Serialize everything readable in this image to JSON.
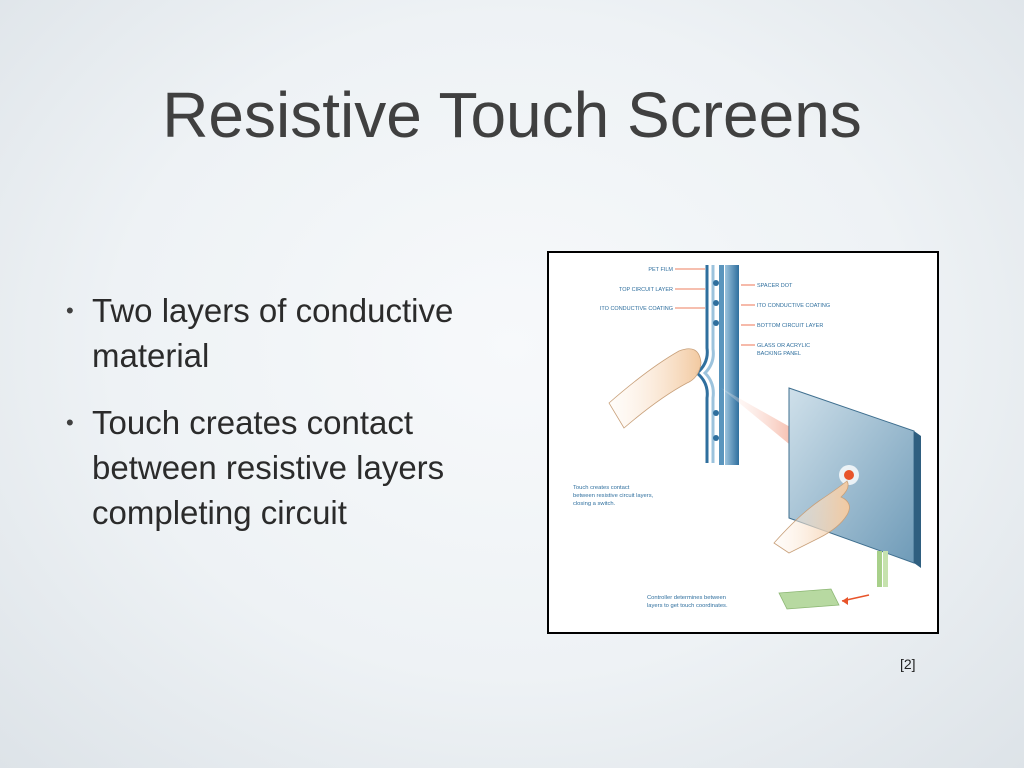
{
  "slide": {
    "title": "Resistive Touch Screens",
    "bullets": [
      "Two layers of conductive material",
      "Touch creates contact between resistive layers completing circuit"
    ],
    "citation": "[2]"
  },
  "figure": {
    "labels_left": [
      "PET FILM",
      "TOP CIRCUIT LAYER",
      "ITO CONDUCTIVE COATING"
    ],
    "labels_right": [
      "SPACER DOT",
      "ITO CONDUCTIVE COATING",
      "BOTTOM CIRCUIT LAYER",
      "GLASS OR ACRYLIC",
      "BACKING PANEL"
    ],
    "caption_touch": [
      "Touch creates contact",
      "between resistive circuit layers,",
      "closing a switch."
    ],
    "caption_controller": [
      "Controller determines between",
      "layers to get touch coordinates."
    ],
    "colors": {
      "layer_dark": "#2f6f9e",
      "layer_light": "#9cc3dd",
      "accent": "#e8542a",
      "panel": "#7fa9c4",
      "skin": "#f2c9a0"
    }
  }
}
